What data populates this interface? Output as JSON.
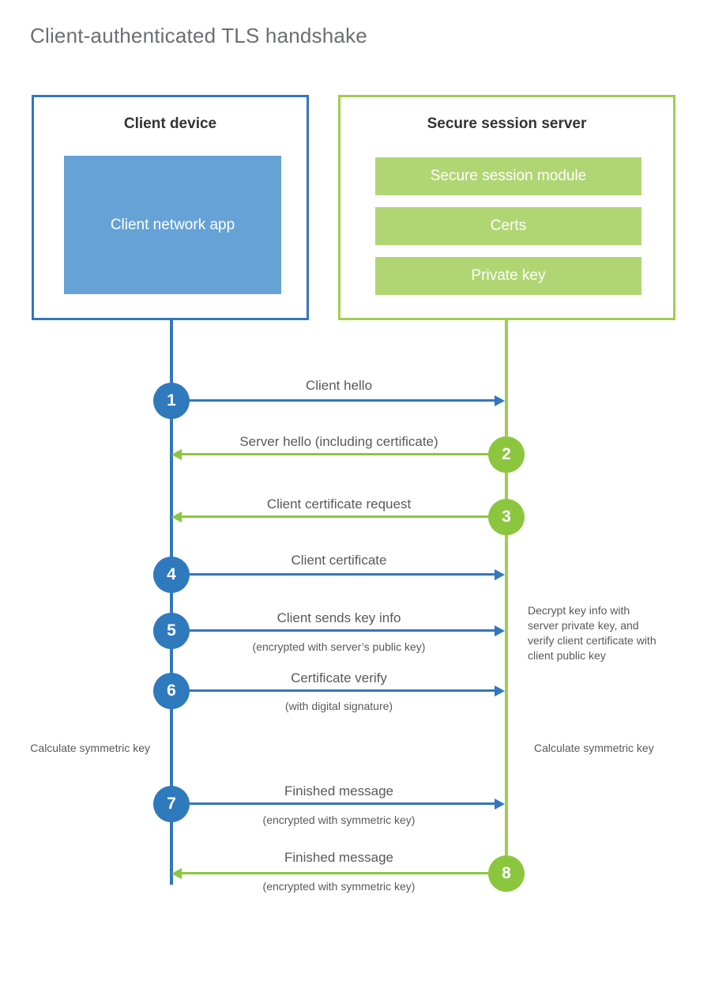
{
  "title": "Client-authenticated TLS handshake",
  "colors": {
    "client_border": "#3377bd",
    "client_fill": "#66a2d6",
    "server_border": "#a0ce4e",
    "server_fill": "#b0d673",
    "client_accent": "#2f79bd",
    "server_accent": "#8cc63f",
    "text": "#58595b",
    "title_text": "#6d6e71",
    "background": "#ffffff"
  },
  "client": {
    "title": "Client device",
    "app_label": "Client network app"
  },
  "server": {
    "title": "Secure session server",
    "components": [
      {
        "label": "Secure session module"
      },
      {
        "label": "Certs"
      },
      {
        "label": "Private key"
      }
    ]
  },
  "messages": [
    {
      "number": "1",
      "label": "Client hello",
      "sublabel": "",
      "direction": "client-to-server",
      "color": "blue"
    },
    {
      "number": "2",
      "label": "Server hello (including certificate)",
      "sublabel": "",
      "direction": "server-to-client",
      "color": "green"
    },
    {
      "number": "3",
      "label": "Client certificate request",
      "sublabel": "",
      "direction": "server-to-client",
      "color": "green"
    },
    {
      "number": "4",
      "label": "Client certificate",
      "sublabel": "",
      "direction": "client-to-server",
      "color": "blue"
    },
    {
      "number": "5",
      "label": "Client sends key info",
      "sublabel": "(encrypted with server’s public key)",
      "direction": "client-to-server",
      "color": "blue"
    },
    {
      "number": "6",
      "label": "Certificate verify",
      "sublabel": "(with digital signature)",
      "direction": "client-to-server",
      "color": "blue"
    },
    {
      "number": "7",
      "label": "Finished message",
      "sublabel": "(encrypted with symmetric key)",
      "direction": "client-to-server",
      "color": "blue"
    },
    {
      "number": "8",
      "label": "Finished message",
      "sublabel": "(encrypted with symmetric key)",
      "direction": "server-to-client",
      "color": "green"
    }
  ],
  "annotations": {
    "server_decrypt": "Decrypt key info with server private key, and verify client certificate with client public key",
    "client_calculate": "Calculate symmetric key",
    "server_calculate": "Calculate symmetric key"
  }
}
